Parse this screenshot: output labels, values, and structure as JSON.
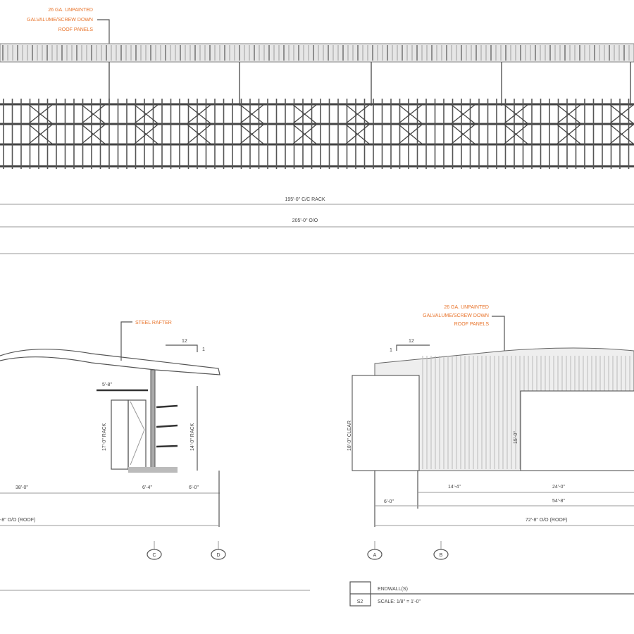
{
  "colors": {
    "callout": "#e8732a",
    "lines": "#444444"
  },
  "side_elevation": {
    "roof_callout": [
      "26 GA. UNPAINTED",
      "GALVALUME/SCREW DOWN",
      "ROOF PANELS"
    ],
    "dim_rack": "195'-0\" C/C RACK",
    "dim_overall": "205'-0\" O/O"
  },
  "end_elevation_left": {
    "rafter_callout": "STEEL RAFTER",
    "slope_run": "12",
    "slope_rise": "1",
    "dim_top": "5'-8\"",
    "dim_rack_left": "17'-0\" RACK",
    "dim_rack_right": "14'-0\" RACK",
    "dim_a": "38'-0\"",
    "dim_b": "6'-4\"",
    "dim_c": "6'-0\"",
    "dim_overall": "-8\" O/O (ROOF)",
    "grid_bubbles": [
      "C",
      "D"
    ]
  },
  "end_elevation_right": {
    "roof_callout": [
      "26 GA. UNPAINTED",
      "GALVALUME/SCREW DOWN",
      "ROOF PANELS"
    ],
    "slope_run": "12",
    "slope_rise": "1",
    "dim_clear": "18'-0\" CLEAR",
    "dim_opening": "15'-0\"",
    "dim_a": "6'-0\"",
    "dim_b": "14'-4\"",
    "dim_c": "24'-0\"",
    "dim_d": "54'-8\"",
    "dim_overall": "72'-8\" O/O (ROOF)",
    "grid_bubbles": [
      "A",
      "B"
    ]
  },
  "title_block": {
    "view_title": "ENDWALL(S)",
    "sheet_ref": "S2",
    "scale": "SCALE: 1/8\" = 1'-0\""
  }
}
